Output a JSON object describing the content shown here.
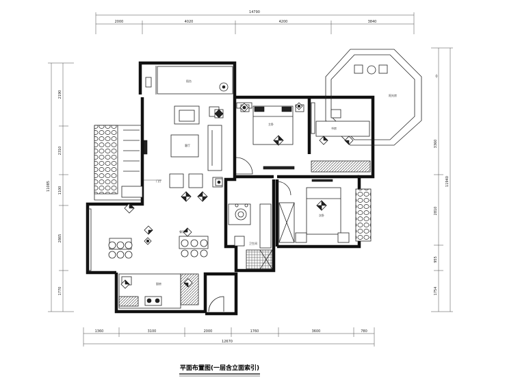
{
  "drawing": {
    "title": "平面布置图(一层含立面索引)",
    "top_total": "14790",
    "top_segments": [
      "2000",
      "4020",
      "4200",
      "3840"
    ],
    "bottom_segments": [
      "1360",
      "3100",
      "2000",
      "1760",
      "3600",
      "780"
    ],
    "bottom_total": "12670",
    "left_total": "11085",
    "left_segments": [
      "2190",
      "2310",
      "1100",
      "2865",
      "1770"
    ],
    "right_segments": [
      "3360",
      "2810",
      "955",
      "1754"
    ],
    "right_total": "11940"
  },
  "rooms": {
    "living_room": "客厅",
    "dining_room": "餐厅",
    "kitchen": "厨房",
    "master_bedroom": "主卧",
    "study": "书房",
    "bedroom": "次卧",
    "bathroom": "卫生间",
    "balcony": "阳台",
    "sunroom": "阳光房",
    "entrance": "门厅"
  }
}
